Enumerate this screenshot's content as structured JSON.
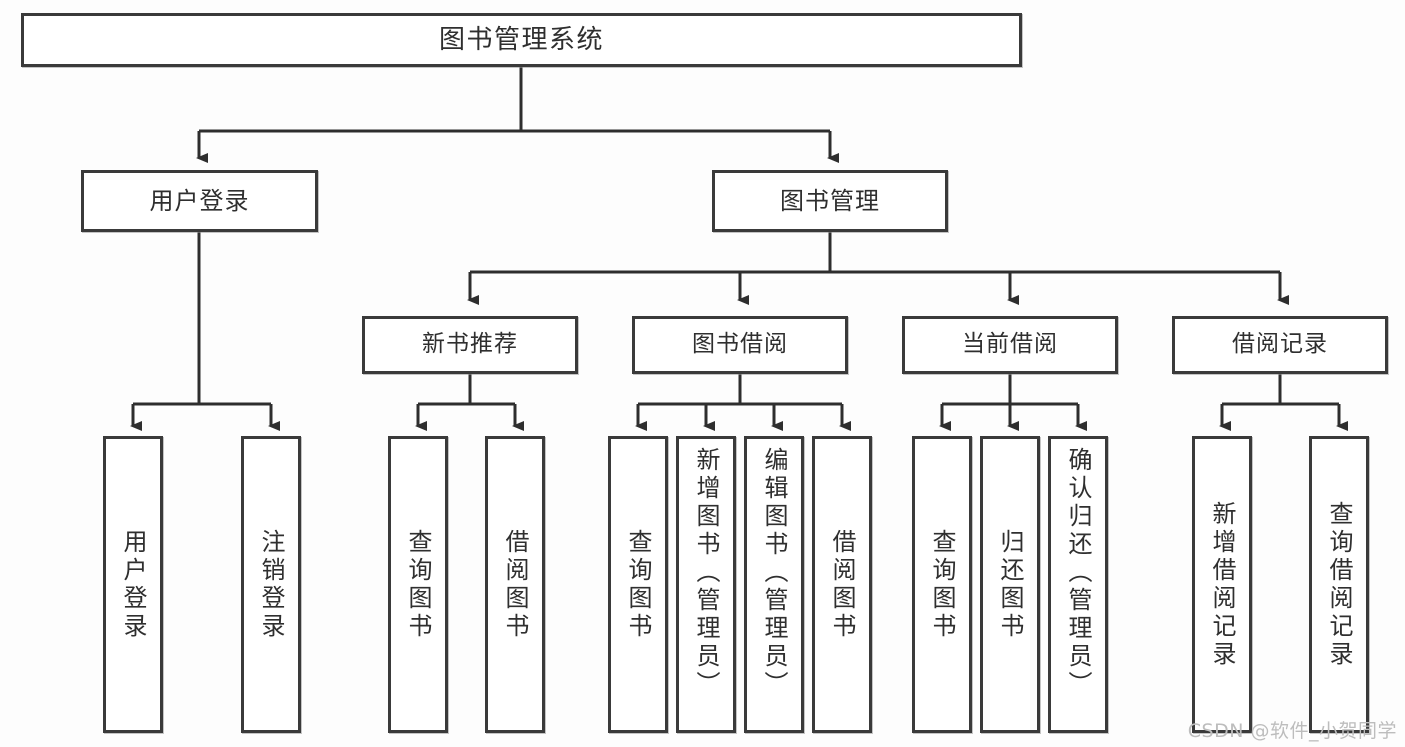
{
  "diagram": {
    "type": "tree-hierarchy",
    "title": "图书管理系统",
    "orientation": "top-down",
    "colors": {
      "box_border": "#3a3a3a",
      "box_fill": "#ffffff",
      "text": "#2f2f2f",
      "connector": "#2e2e2e",
      "watermark": "#bdbdbd",
      "background": "#fdfdfd"
    },
    "root": {
      "label": "图书管理系统"
    },
    "level2": [
      {
        "label": "用户登录"
      },
      {
        "label": "图书管理"
      }
    ],
    "level3": [
      {
        "label": "新书推荐"
      },
      {
        "label": "图书借阅"
      },
      {
        "label": "当前借阅"
      },
      {
        "label": "借阅记录"
      }
    ],
    "leaves": {
      "user_login": [
        {
          "label": "用户登录"
        },
        {
          "label": "注销登录"
        }
      ],
      "new_book": [
        {
          "label": "查询图书"
        },
        {
          "label": "借阅图书"
        }
      ],
      "book_borrow": [
        {
          "label": "查询图书"
        },
        {
          "label": "新增图书（管理员）"
        },
        {
          "label": "编辑图书（管理员）"
        },
        {
          "label": "借阅图书"
        }
      ],
      "current_borrow": [
        {
          "label": "查询图书"
        },
        {
          "label": "归还图书"
        },
        {
          "label": "确认归还（管理员）"
        }
      ],
      "borrow_record": [
        {
          "label": "新增借阅记录"
        },
        {
          "label": "查询借阅记录"
        }
      ]
    }
  },
  "watermark": {
    "text": "CSDN @软件_小贺同学"
  }
}
